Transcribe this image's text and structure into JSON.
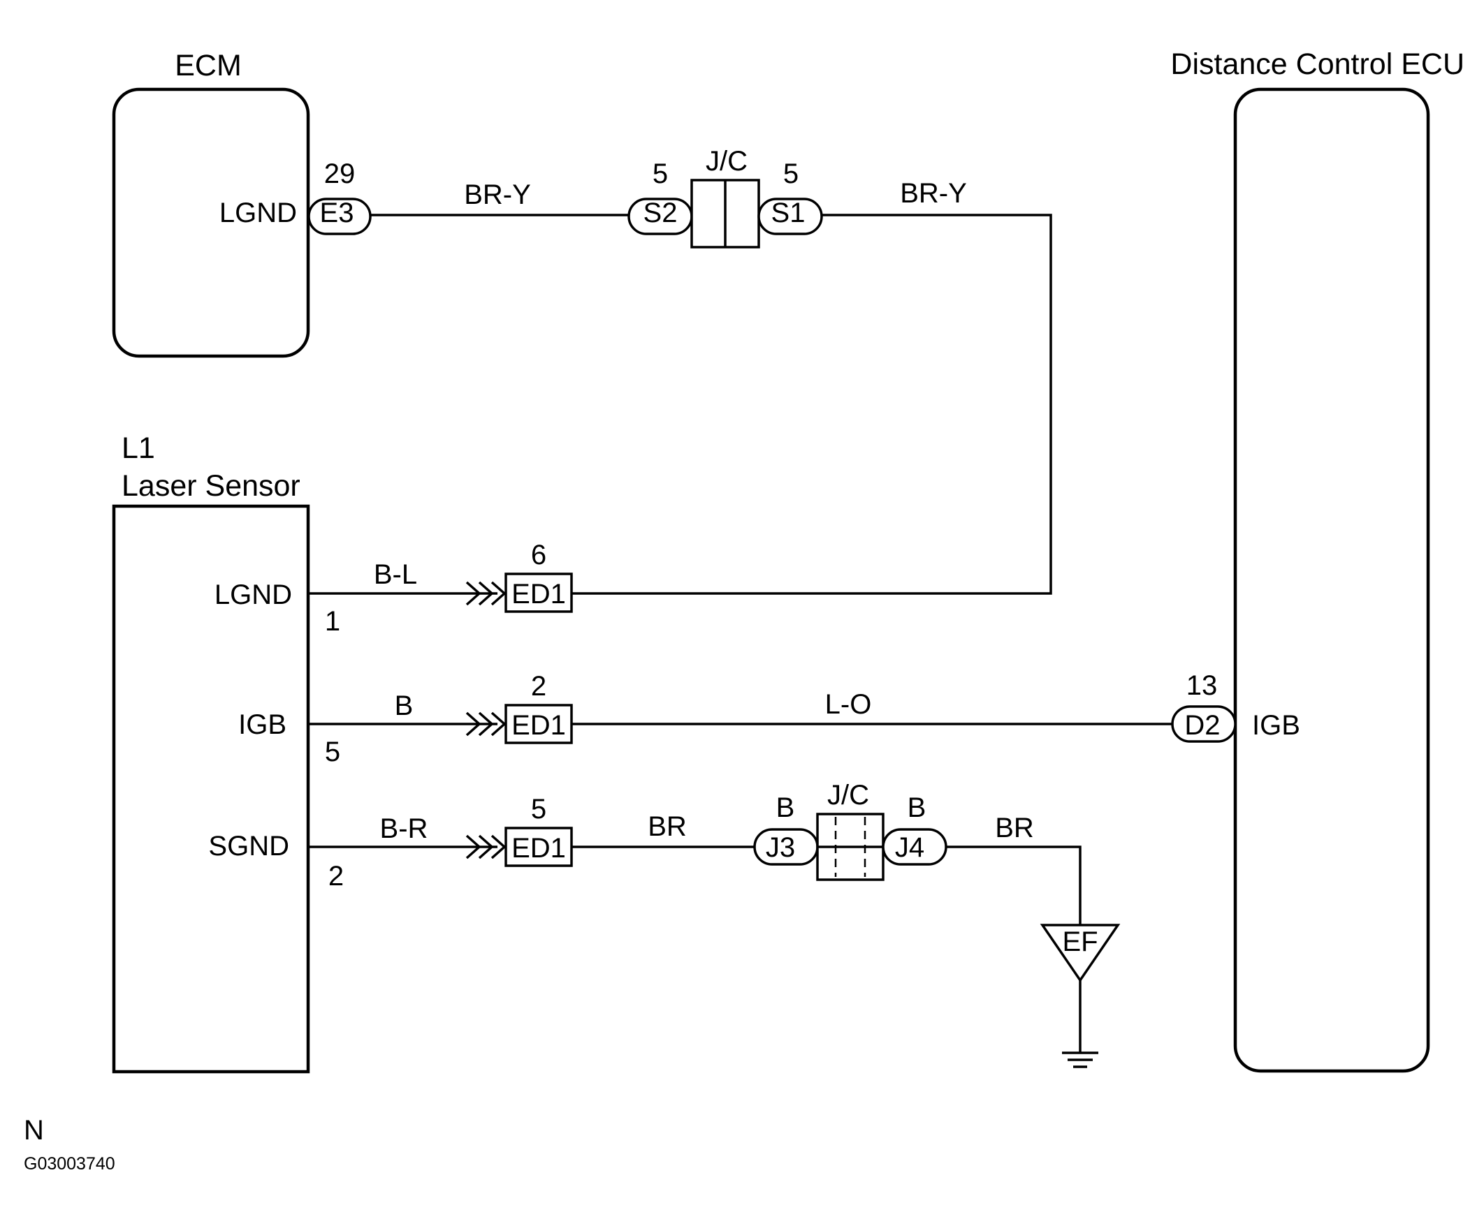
{
  "components": {
    "ecm": {
      "name": "ECM",
      "pin_label": "LGND"
    },
    "distance_ecu": {
      "name": "Distance Control ECU",
      "pin_label": "IGB"
    },
    "laser_sensor": {
      "ref": "L1",
      "name": "Laser Sensor",
      "pins": [
        {
          "label": "LGND",
          "number": "1"
        },
        {
          "label": "IGB",
          "number": "5"
        },
        {
          "label": "SGND",
          "number": "2"
        }
      ]
    }
  },
  "connectors": {
    "e3": {
      "id": "E3",
      "pin": "29"
    },
    "s2": {
      "id": "S2",
      "pin": "5"
    },
    "s1": {
      "id": "S1",
      "pin": "5"
    },
    "jc_top": {
      "label": "J/C"
    },
    "ed1_a": {
      "id": "ED1",
      "pin": "6"
    },
    "ed1_b": {
      "id": "ED1",
      "pin": "2"
    },
    "ed1_c": {
      "id": "ED1",
      "pin": "5"
    },
    "d2": {
      "id": "D2",
      "pin": "13"
    },
    "j3": {
      "id": "J3",
      "pin": "B"
    },
    "j4": {
      "id": "J4",
      "pin": "B"
    },
    "jc_bottom": {
      "label": "J/C"
    },
    "ef": {
      "id": "EF"
    }
  },
  "wires": {
    "ecm_to_jc": "BR-Y",
    "jc_to_ecu": "BR-Y",
    "lgnd": "B-L",
    "igb": "B",
    "igb_to_ecu": "L-O",
    "sgnd": "B-R",
    "sgnd_to_jc": "BR",
    "jc_to_ground": "BR"
  },
  "footer": {
    "code": "N",
    "figure_id": "G03003740"
  }
}
